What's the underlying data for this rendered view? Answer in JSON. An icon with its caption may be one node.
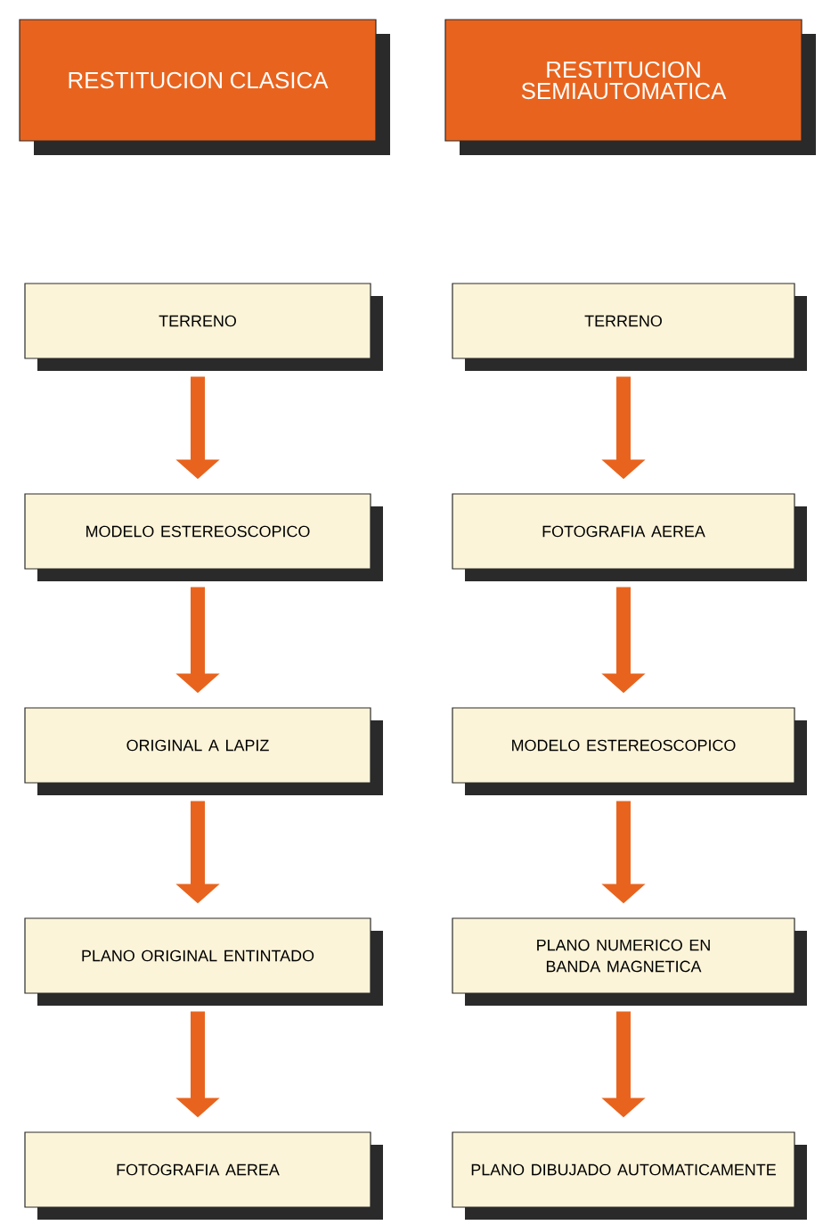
{
  "diagram": {
    "nodes": [
      {
        "text": [
          "RESTITUCION CLASICA"
        ]
      },
      {
        "text": [
          "RESTITUCION SEMIAUTOMATICA"
        ]
      },
      {
        "text": [
          "TERRENO"
        ]
      },
      {
        "text": [
          "MODELO ESTEREOSCOPICO"
        ]
      },
      {
        "text": [
          "ORIGINAL A LAPIZ"
        ]
      },
      {
        "text": [
          "PLANO ORIGINAL ENTINTADO"
        ]
      },
      {
        "text": [
          "FOTOGRAFIA AEREA"
        ]
      },
      {
        "text": [
          "TERRENO"
        ]
      },
      {
        "text": [
          "FOTOGRAFIA AEREA"
        ]
      },
      {
        "text": [
          "MODELO ESTEREOSCOPICO"
        ]
      },
      {
        "text": [
          "PLANO NUMERICO EN BANDA MAGNETICA"
        ]
      },
      {
        "text": [
          "PLANO DIBUJADO AUTOMATICAMENTE"
        ]
      }
    ],
    "edges": [
      {
        "from": 2,
        "to": 3,
        "arrow": "to"
      },
      {
        "from": 3,
        "to": 4,
        "arrow": "to"
      },
      {
        "from": 4,
        "to": 5,
        "arrow": "to"
      },
      {
        "from": 5,
        "to": 6,
        "arrow": "to"
      },
      {
        "from": 7,
        "to": 8,
        "arrow": "to"
      },
      {
        "from": 8,
        "to": 9,
        "arrow": "to"
      },
      {
        "from": 9,
        "to": 10,
        "arrow": "to"
      },
      {
        "from": 10,
        "to": 11,
        "arrow": "to"
      }
    ]
  }
}
